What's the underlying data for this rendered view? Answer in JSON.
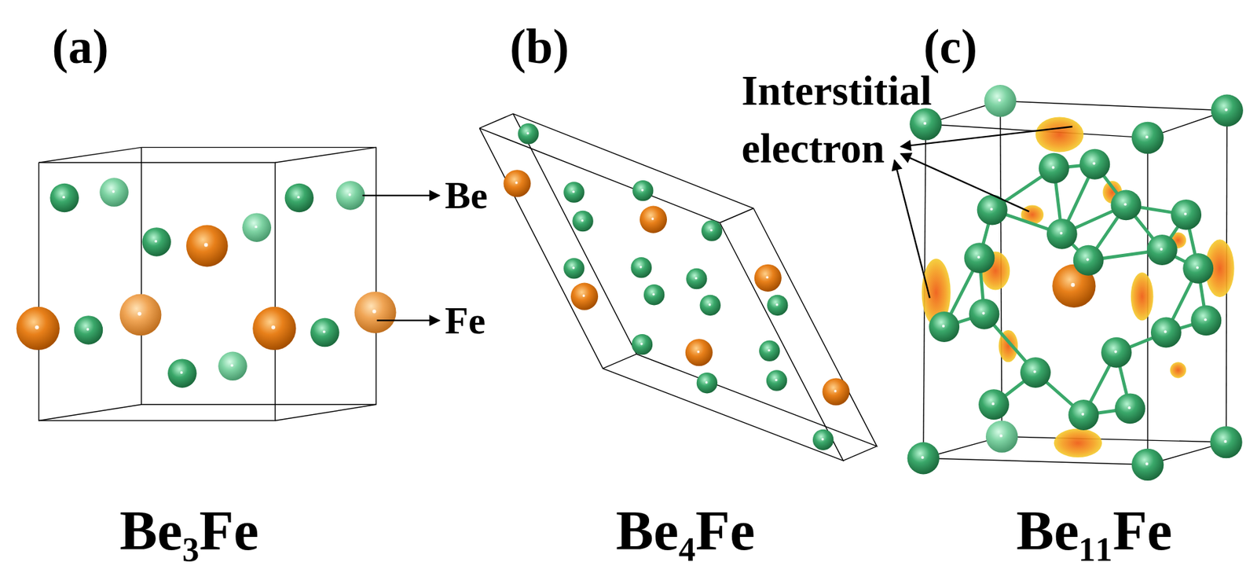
{
  "diagram": {
    "labels": [
      "(a)",
      "(b)",
      "(c)",
      "Interstitial electron",
      "Be",
      "Fe",
      "Be₃Fe",
      "Be₄Fe",
      "Be₁₁Fe"
    ]
  }
}
